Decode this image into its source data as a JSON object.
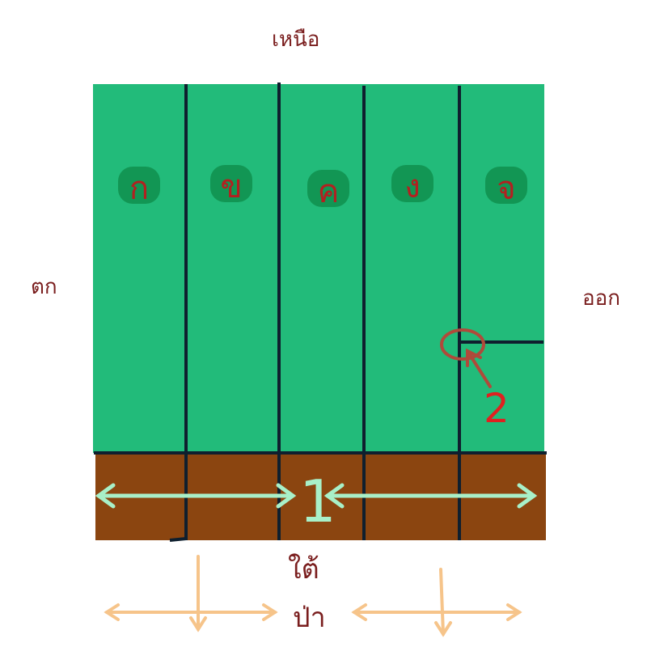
{
  "directions": {
    "north": "เหนือ",
    "west": "ตก",
    "east": "ออก",
    "south": "ใต้",
    "forest": "ป่า"
  },
  "plots": [
    {
      "id": "plot-1",
      "label": "ก"
    },
    {
      "id": "plot-2",
      "label": "ข"
    },
    {
      "id": "plot-3",
      "label": "ค"
    },
    {
      "id": "plot-4",
      "label": "ง"
    },
    {
      "id": "plot-5",
      "label": "จ"
    }
  ],
  "markers": {
    "marker_1": "1",
    "marker_2": "2"
  },
  "colors": {
    "field": "#22bb7a",
    "soil": "#8b4510",
    "line": "#0f1f2e",
    "arrow_green": "#a8f0c8",
    "arrow_orange": "#f6c48a",
    "circle": "#b04a3a"
  }
}
